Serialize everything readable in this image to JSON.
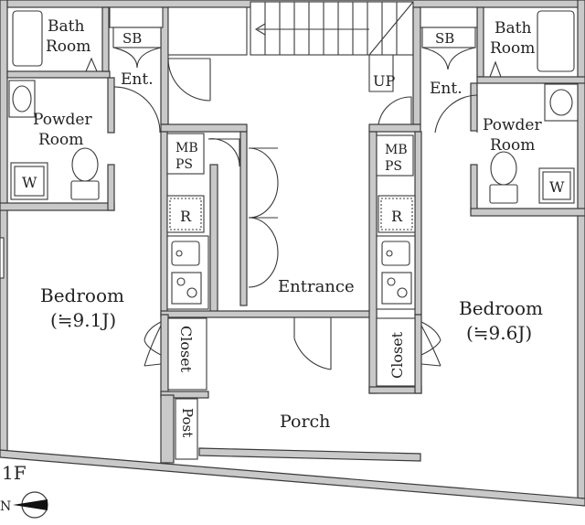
{
  "floor_label": "1F",
  "compass_label": "N",
  "left_unit": {
    "bath": [
      "Bath",
      "Room"
    ],
    "sb": "SB",
    "ent": "Ent.",
    "powder": [
      "Powder",
      "Room"
    ],
    "washer": "W",
    "mbps": [
      "MB",
      "PS"
    ],
    "fridge": "R",
    "bedroom": "Bedroom",
    "bedroom_size": "(≒9.1J)",
    "closet": "Closet",
    "post": "Post"
  },
  "right_unit": {
    "bath": [
      "Bath",
      "Room"
    ],
    "sb": "SB",
    "ent": "Ent.",
    "up": "UP",
    "powder": [
      "Powder",
      "Room"
    ],
    "washer": "W",
    "mbps": [
      "MB",
      "PS"
    ],
    "fridge": "R",
    "bedroom": "Bedroom",
    "bedroom_size": "(≒9.6J)",
    "closet": "Closet"
  },
  "common": {
    "entrance": "Entrance",
    "porch": "Porch"
  }
}
